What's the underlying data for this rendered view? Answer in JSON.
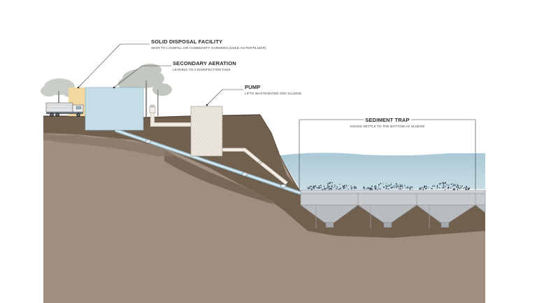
{
  "labels": {
    "solid_disposal": {
      "title": "SOLID DISPOSAL FACILITY",
      "subtitle": "SENT TO LANDFILL OR COMMUNITY GARDENS (USED AS FERTILIZER)"
    },
    "secondary_aeration": {
      "title": "SECONDARY AERATION",
      "subtitle": "LEADING TO A DISINFECTION TANK"
    },
    "pump": {
      "title": "PUMP",
      "subtitle": "LIFTS WASTEWATER AND SLUDGE"
    },
    "sediment_trap": {
      "title": "SEDIMENT TRAP",
      "subtitle": "SOLIDS SETTLE TO THE BOTTOM AS SLUDGE"
    }
  },
  "colors": {
    "soil_light": "#a08f80",
    "soil_dark": "#6e5b4c",
    "water": "#b9d3de",
    "tank": "#c4dde6",
    "pump_box": "#ece7df",
    "disposal_box": "#f1d8a0",
    "trap_hopper": "#b9bcbf",
    "tree": "#bfc4bd"
  },
  "icons": [
    "dump-truck-icon",
    "tree-icon"
  ]
}
